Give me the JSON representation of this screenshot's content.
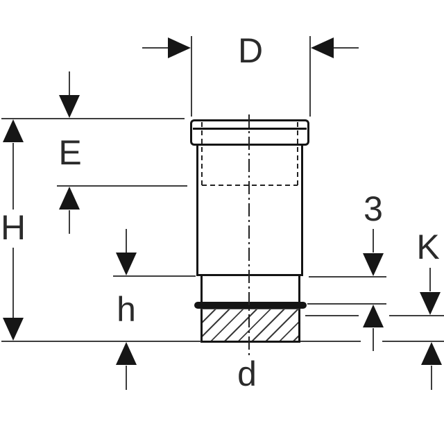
{
  "diagram": {
    "kind": "pipe-fitting dimension drawing",
    "labels": {
      "D": "D",
      "E": "E",
      "H": "H",
      "h_small": "h",
      "d_small": "d",
      "gap": "3",
      "K": "K"
    },
    "colors": {
      "background": "#ffffff",
      "outline": "#141414",
      "dimension_line": "#3d3d3d",
      "arrow": "#161616",
      "label_text": "#2b2b2b"
    }
  }
}
